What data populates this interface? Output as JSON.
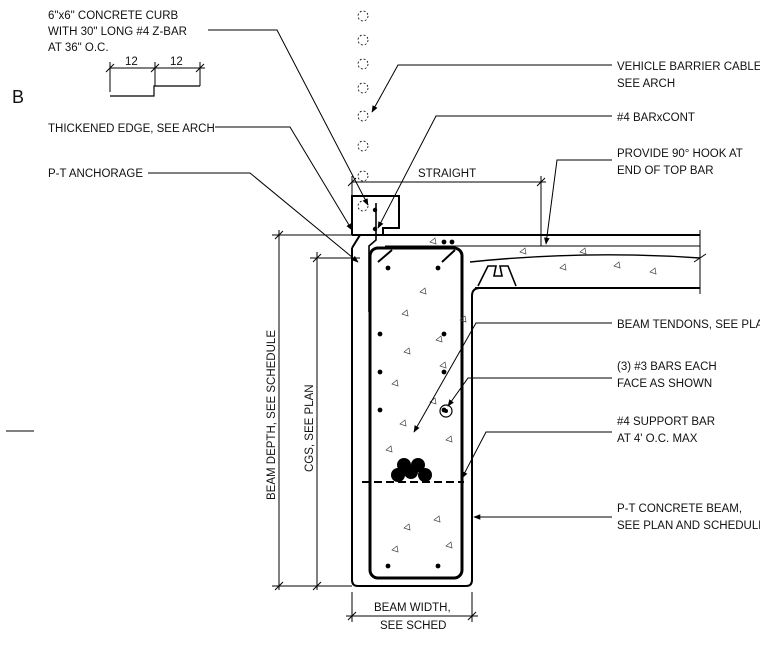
{
  "sheet": {
    "section_letter": "B"
  },
  "labels": {
    "curb_l1": "6\"x6\" CONCRETE CURB",
    "curb_l2": "WITH 30\" LONG #4 Z-BAR",
    "curb_l3": "AT 36\" O.C.",
    "dim_left": "12",
    "dim_right": "12",
    "thickened_edge": "THICKENED EDGE, SEE ARCH",
    "pt_anchorage": "P-T ANCHORAGE",
    "cable_l1": "VEHICLE BARRIER CABLE,",
    "cable_l2": "SEE ARCH",
    "bar_cont": "#4 BARxCONT",
    "hook_l1": "PROVIDE 90° HOOK AT",
    "hook_l2": "END OF TOP BAR",
    "straight": "STRAIGHT",
    "tendons": "BEAM TENDONS, SEE PLAN",
    "bars3_l1": "(3) #3 BARS EACH",
    "bars3_l2": "FACE AS SHOWN",
    "support_l1": "#4 SUPPORT BAR",
    "support_l2": "AT 4' O.C. MAX",
    "beam_l1": "P-T CONCRETE BEAM,",
    "beam_l2": "SEE PLAN AND SCHEDULE",
    "beam_depth": "BEAM DEPTH, SEE SCHEDULE",
    "cgs": "CGS, SEE PLAN",
    "width_l1": "BEAM WIDTH,",
    "width_l2": "SEE SCHED"
  }
}
